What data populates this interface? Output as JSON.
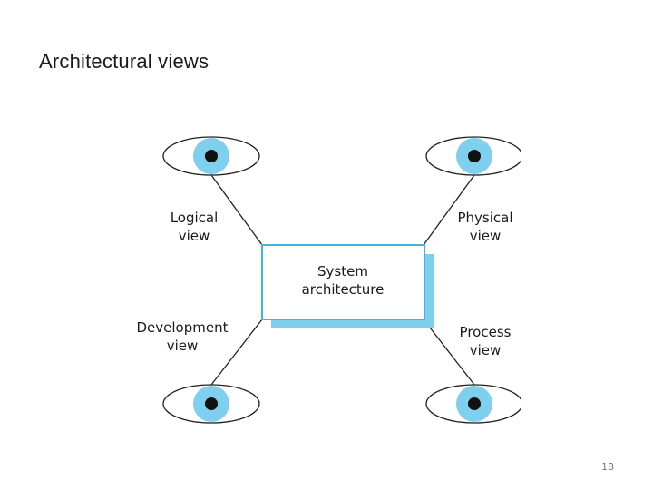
{
  "slide": {
    "title": "Architectural views",
    "page_number": "18"
  },
  "diagram": {
    "center": {
      "line1": "System",
      "line2": "architecture"
    },
    "views": {
      "logical": {
        "line1": "Logical",
        "line2": "view"
      },
      "physical": {
        "line1": "Physical",
        "line2": "view"
      },
      "development": {
        "line1": "Development",
        "line2": "view"
      },
      "process": {
        "line1": "Process",
        "line2": "view"
      }
    },
    "colors": {
      "box_border": "#3cb6e3",
      "box_shadow": "#7fd0ef",
      "iris": "#7fd0ef",
      "pupil": "#111111",
      "line": "#222222"
    }
  }
}
